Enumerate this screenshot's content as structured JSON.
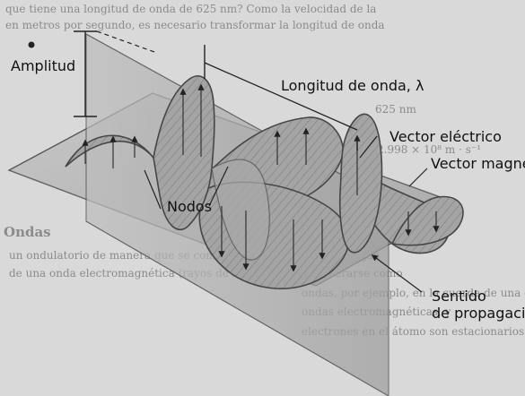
{
  "labels": {
    "amplitude": "Amplitud",
    "wavelength": "Longitud de onda, λ",
    "electric": "Vector eléctrico",
    "magnetic": "Vector magnético",
    "nodes": "Nodos",
    "direction_line1": "Sentido",
    "direction_line2": "de propagación"
  },
  "background": {
    "line1": "que tiene una longitud de onda de 625 nm? Como la velocidad de la",
    "line2": "en metros por segundo, es necesario transformar la longitud de onda",
    "line3": "625 nm",
    "line4": "2.998 × 10⁸ m · s⁻¹",
    "heading": "Ondas",
    "line5": "un ondulatorio de manera que se comportan como ondas que viajan",
    "line6": "de una onda electromagnética (rayos de luz) pueden considerarse como",
    "line7": "ondas, por ejemplo, en la cuerda de una guitarra, en",
    "line8": "ondas electromagnéticas, y",
    "line9": "electrones en el átomo son estacionarios"
  },
  "colors": {
    "plane": "#b8b8b8",
    "plane_edge": "#555555",
    "wave_fill": "#9c9c9c",
    "wave_edge": "#4a4a4a"
  }
}
